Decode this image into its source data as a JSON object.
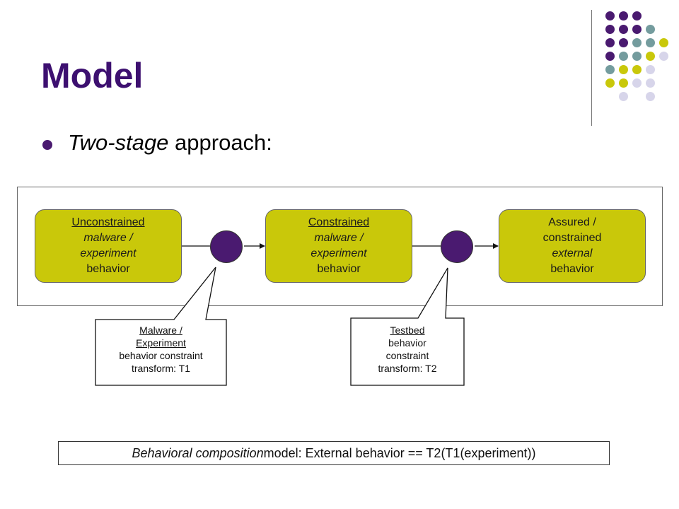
{
  "slide": {
    "title": "Model",
    "bullet": {
      "emph": "Two-stage",
      "rest": " approach:"
    }
  },
  "colors": {
    "purple": "#4a1a70",
    "teal": "#749c9e",
    "olive": "#c9c80a",
    "lavender": "#d7d5ea",
    "title": "#3d1070"
  },
  "decor_dot_grid": [
    [
      "purple",
      "purple",
      "purple",
      null,
      null
    ],
    [
      "purple",
      "purple",
      "purple",
      "teal",
      null
    ],
    [
      "purple",
      "purple",
      "teal",
      "teal",
      "olive"
    ],
    [
      "purple",
      "teal",
      "teal",
      "olive",
      "lavender"
    ],
    [
      "teal",
      "olive",
      "olive",
      "lavender",
      null
    ],
    [
      "olive",
      "olive",
      "lavender",
      "lavender",
      null
    ],
    [
      null,
      "lavender",
      null,
      "lavender",
      null
    ]
  ],
  "stages": [
    {
      "line1": "Unconstrained",
      "line2": "malware /",
      "line3": "experiment",
      "line4": "behavior"
    },
    {
      "line1": "Constrained",
      "line2": "malware /",
      "line3": "experiment",
      "line4": "behavior"
    },
    {
      "line1": "Assured /",
      "line2": "constrained",
      "line3": "external",
      "line4": "behavior"
    }
  ],
  "callouts": [
    {
      "line1": "Malware /",
      "line2": "Experiment",
      "line3": "behavior constraint",
      "line4": "transform: T1"
    },
    {
      "line1": "Testbed",
      "line2": "behavior",
      "line3": "constraint",
      "line4": "transform: T2"
    }
  ],
  "composition": {
    "emph": "Behavioral composition",
    "rest": " model: External behavior == T2(T1(experiment))"
  }
}
